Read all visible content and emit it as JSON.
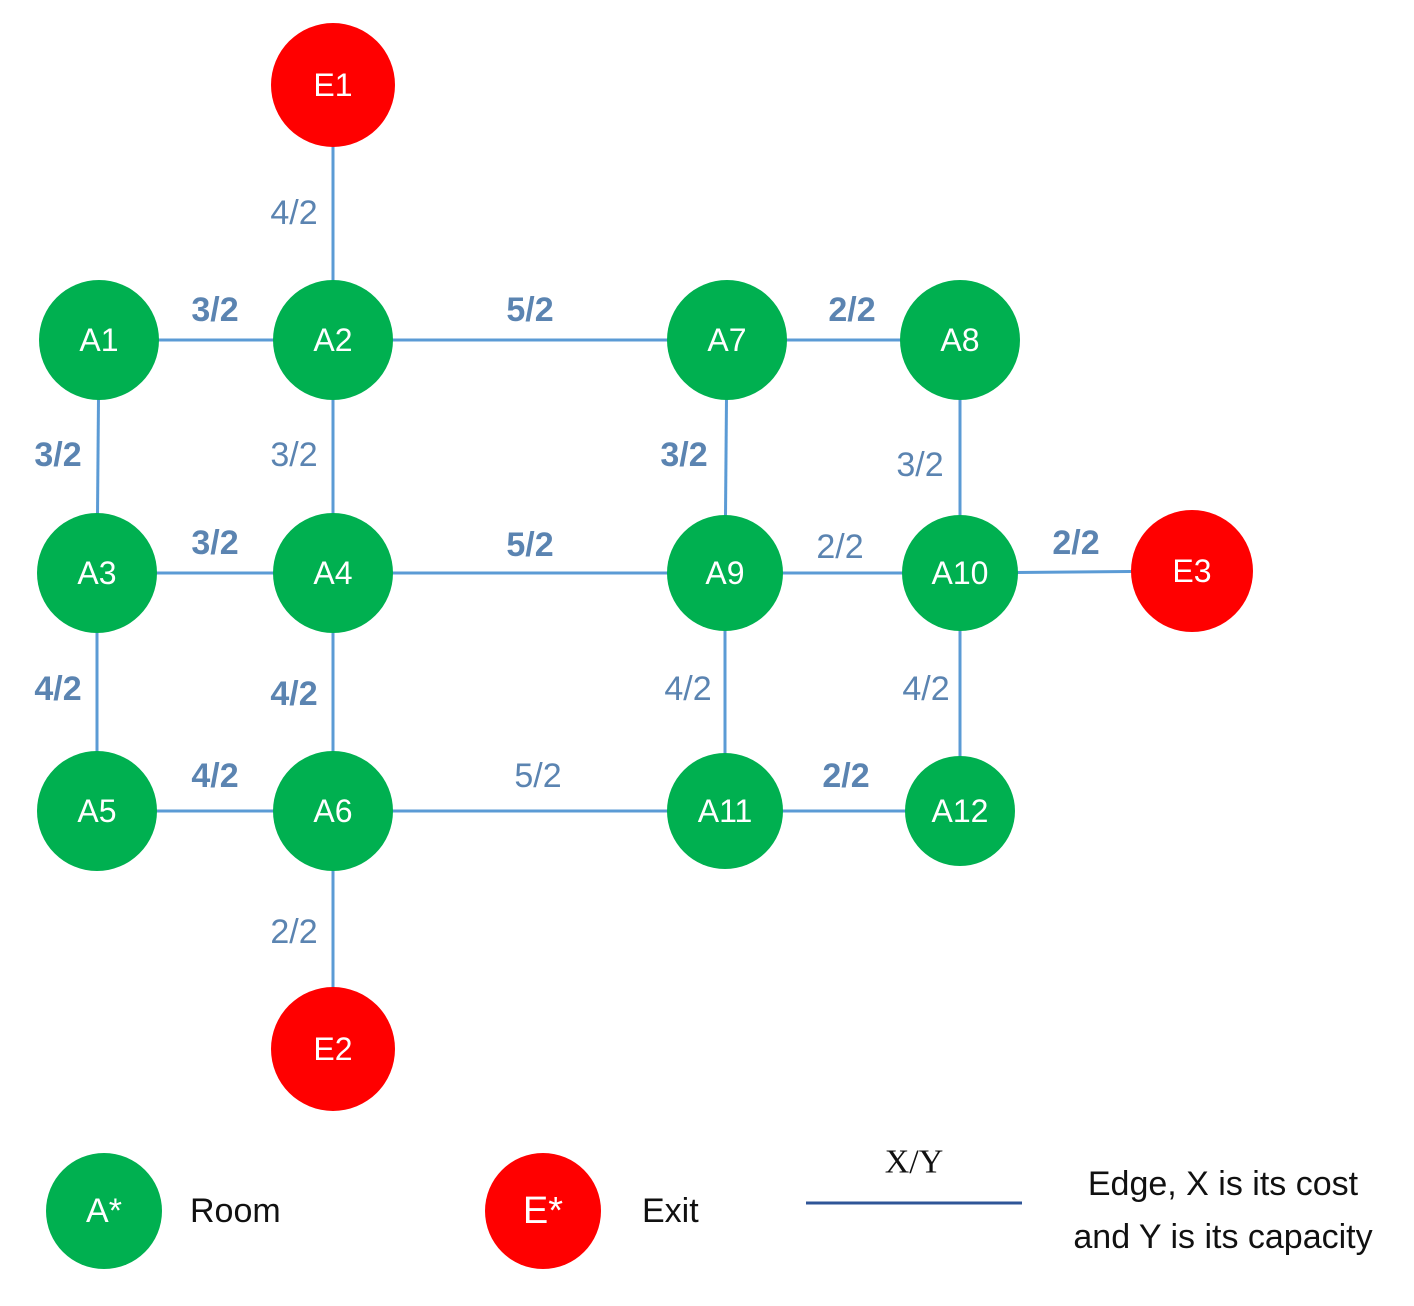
{
  "colors": {
    "room": "#00b050",
    "exit": "#ff0000",
    "edge": "#5b9bd5",
    "edge_label": "#5b84b1",
    "legend_edge": "#2f5597"
  },
  "nodes": [
    {
      "id": "E1",
      "label": "E1",
      "kind": "exit"
    },
    {
      "id": "A1",
      "label": "A1",
      "kind": "room"
    },
    {
      "id": "A2",
      "label": "A2",
      "kind": "room"
    },
    {
      "id": "A7",
      "label": "A7",
      "kind": "room"
    },
    {
      "id": "A8",
      "label": "A8",
      "kind": "room"
    },
    {
      "id": "A3",
      "label": "A3",
      "kind": "room"
    },
    {
      "id": "A4",
      "label": "A4",
      "kind": "room"
    },
    {
      "id": "A9",
      "label": "A9",
      "kind": "room"
    },
    {
      "id": "A10",
      "label": "A10",
      "kind": "room"
    },
    {
      "id": "E3",
      "label": "E3",
      "kind": "exit"
    },
    {
      "id": "A5",
      "label": "A5",
      "kind": "room"
    },
    {
      "id": "A6",
      "label": "A6",
      "kind": "room"
    },
    {
      "id": "A11",
      "label": "A11",
      "kind": "room"
    },
    {
      "id": "A12",
      "label": "A12",
      "kind": "room"
    },
    {
      "id": "E2",
      "label": "E2",
      "kind": "exit"
    }
  ],
  "edges": [
    {
      "from": "E1",
      "to": "A2",
      "label": "4/2",
      "bold": false
    },
    {
      "from": "A1",
      "to": "A2",
      "label": "3/2",
      "bold": true
    },
    {
      "from": "A2",
      "to": "A7",
      "label": "5/2",
      "bold": true
    },
    {
      "from": "A7",
      "to": "A8",
      "label": "2/2",
      "bold": true
    },
    {
      "from": "A1",
      "to": "A3",
      "label": "3/2",
      "bold": true
    },
    {
      "from": "A2",
      "to": "A4",
      "label": "3/2",
      "bold": false
    },
    {
      "from": "A7",
      "to": "A9",
      "label": "3/2",
      "bold": true
    },
    {
      "from": "A8",
      "to": "A10",
      "label": "3/2",
      "bold": false
    },
    {
      "from": "A3",
      "to": "A4",
      "label": "3/2",
      "bold": true
    },
    {
      "from": "A4",
      "to": "A9",
      "label": "5/2",
      "bold": true
    },
    {
      "from": "A9",
      "to": "A10",
      "label": "2/2",
      "bold": false
    },
    {
      "from": "A10",
      "to": "E3",
      "label": "2/2",
      "bold": true
    },
    {
      "from": "A3",
      "to": "A5",
      "label": "4/2",
      "bold": true
    },
    {
      "from": "A4",
      "to": "A6",
      "label": "4/2",
      "bold": true
    },
    {
      "from": "A9",
      "to": "A11",
      "label": "4/2",
      "bold": false
    },
    {
      "from": "A10",
      "to": "A12",
      "label": "4/2",
      "bold": false
    },
    {
      "from": "A5",
      "to": "A6",
      "label": "4/2",
      "bold": true
    },
    {
      "from": "A6",
      "to": "A11",
      "label": "5/2",
      "bold": false
    },
    {
      "from": "A11",
      "to": "A12",
      "label": "2/2",
      "bold": true
    },
    {
      "from": "A6",
      "to": "E2",
      "label": "2/2",
      "bold": false
    }
  ],
  "legend": {
    "room_symbol": "A*",
    "room_label": "Room",
    "exit_symbol": "E*",
    "exit_label": "Exit",
    "edge_symbol": "X/Y",
    "edge_line1": "Edge, X is its cost",
    "edge_line2": "and Y is its capacity"
  }
}
